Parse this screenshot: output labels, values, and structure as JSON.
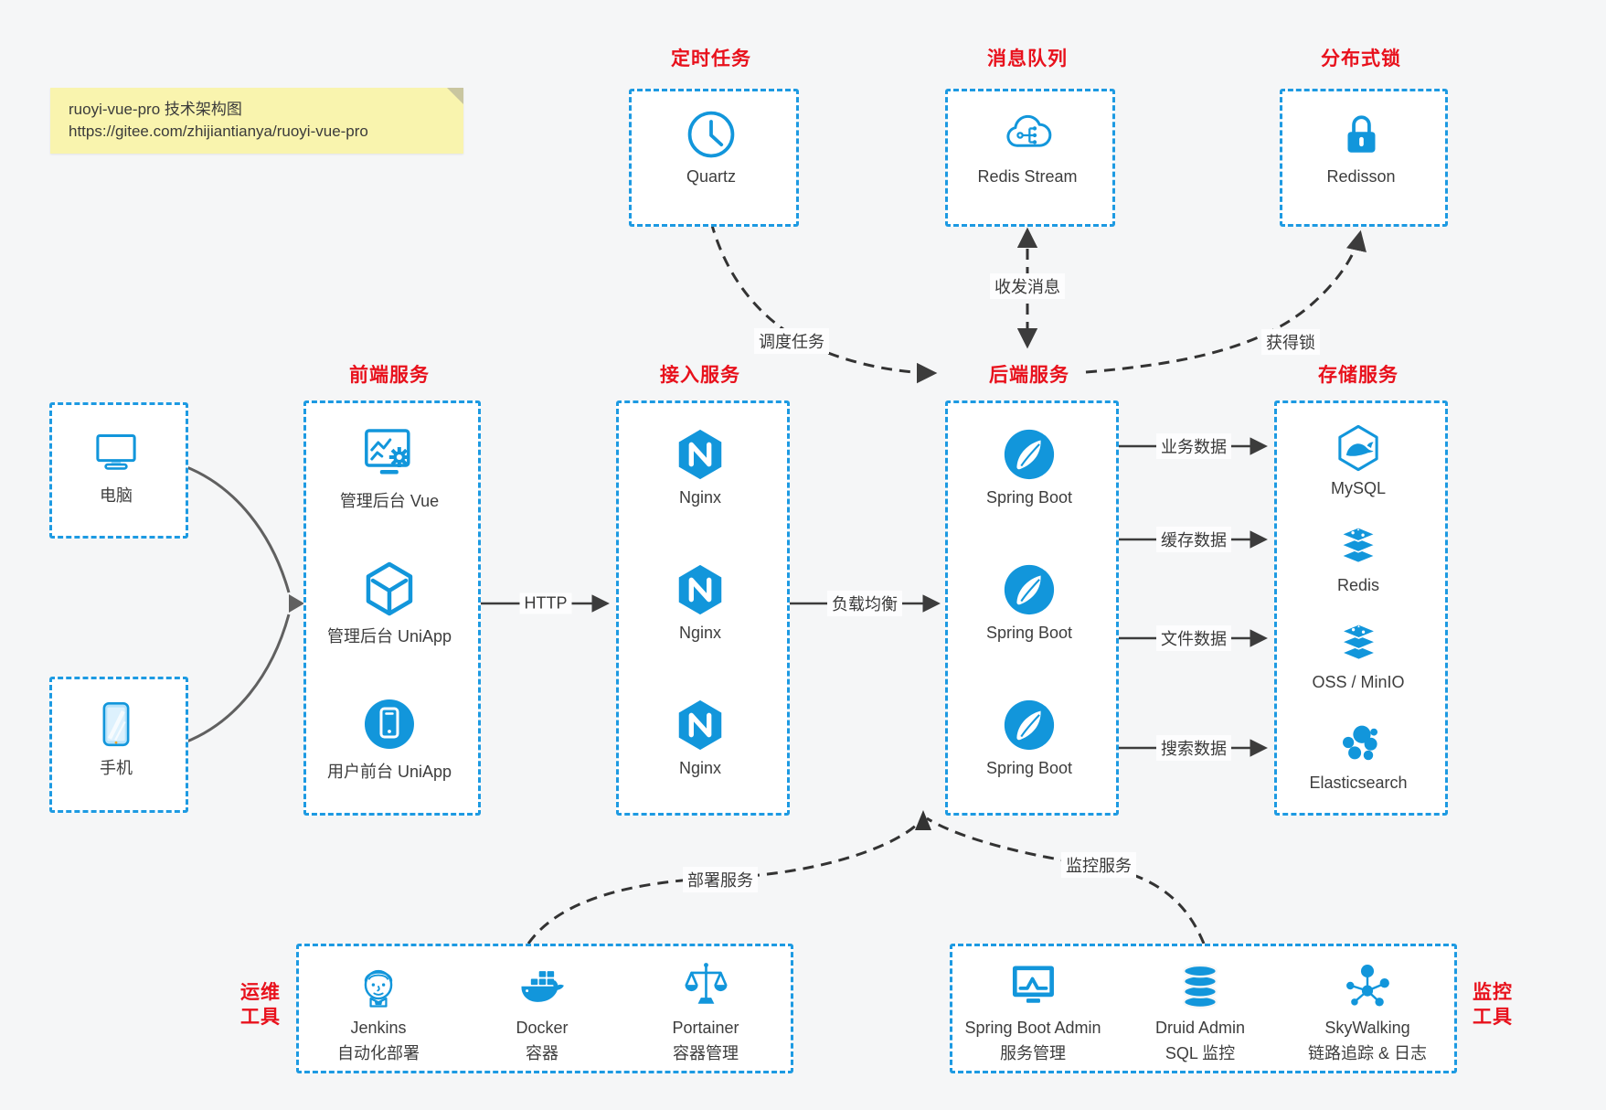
{
  "note": {
    "line1": "ruoyi-vue-pro 技术架构图",
    "line2": "https://gitee.com/zhijiantianya/ruoyi-vue-pro"
  },
  "colors": {
    "accent_blue": "#1296db",
    "title_red": "#e8111c",
    "arrow_dark": "#3c3c3c",
    "note_yellow": "#f9f4ae"
  },
  "top_groups": [
    {
      "title": "定时任务",
      "item": {
        "icon": "clock-icon",
        "label": "Quartz"
      }
    },
    {
      "title": "消息队列",
      "item": {
        "icon": "cloud-mq-icon",
        "label": "Redis Stream"
      }
    },
    {
      "title": "分布式锁",
      "item": {
        "icon": "lock-icon",
        "label": "Redisson"
      }
    }
  ],
  "devices": [
    {
      "icon": "desktop-icon",
      "label": "电脑"
    },
    {
      "icon": "mobile-icon",
      "label": "手机"
    }
  ],
  "mid_groups": [
    {
      "title": "前端服务",
      "items": [
        {
          "icon": "admin-vue-icon",
          "label": "管理后台 Vue"
        },
        {
          "icon": "cube-icon",
          "label": "管理后台 UniApp"
        },
        {
          "icon": "phone-circle-icon",
          "label": "用户前台 UniApp"
        }
      ]
    },
    {
      "title": "接入服务",
      "items": [
        {
          "icon": "nginx-icon",
          "label": "Nginx"
        },
        {
          "icon": "nginx-icon",
          "label": "Nginx"
        },
        {
          "icon": "nginx-icon",
          "label": "Nginx"
        }
      ]
    },
    {
      "title": "后端服务",
      "items": [
        {
          "icon": "spring-icon",
          "label": "Spring Boot"
        },
        {
          "icon": "spring-icon",
          "label": "Spring Boot"
        },
        {
          "icon": "spring-icon",
          "label": "Spring Boot"
        }
      ]
    },
    {
      "title": "存储服务",
      "items": [
        {
          "icon": "mysql-icon",
          "label": "MySQL"
        },
        {
          "icon": "redis-stack-icon",
          "label": "Redis"
        },
        {
          "icon": "redis-stack-icon",
          "label": "OSS / MinIO"
        },
        {
          "icon": "elasticsearch-icon",
          "label": "Elasticsearch"
        }
      ]
    }
  ],
  "bottom_groups": [
    {
      "side_title_line1": "运维",
      "side_title_line2": "工具",
      "items": [
        {
          "icon": "jenkins-icon",
          "label1": "Jenkins",
          "label2": "自动化部署"
        },
        {
          "icon": "docker-icon",
          "label1": "Docker",
          "label2": "容器"
        },
        {
          "icon": "portainer-icon",
          "label1": "Portainer",
          "label2": "容器管理"
        }
      ]
    },
    {
      "side_title_line1": "监控",
      "side_title_line2": "工具",
      "items": [
        {
          "icon": "monitor-chart-icon",
          "label1": "Spring Boot Admin",
          "label2": "服务管理"
        },
        {
          "icon": "database-icon",
          "label1": "Druid Admin",
          "label2": "SQL 监控"
        },
        {
          "icon": "skywalking-icon",
          "label1": "SkyWalking",
          "label2": "链路追踪 & 日志"
        }
      ]
    }
  ],
  "edges": {
    "http": "HTTP",
    "load_balance": "负载均衡",
    "biz_data": "业务数据",
    "cache_data": "缓存数据",
    "file_data": "文件数据",
    "search_data": "搜索数据",
    "schedule": "调度任务",
    "mq": "收发消息",
    "lock": "获得锁",
    "deploy": "部署服务",
    "monitor": "监控服务"
  }
}
